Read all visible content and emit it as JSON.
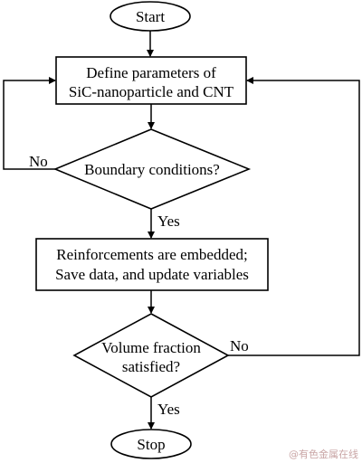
{
  "nodes": {
    "start": "Start",
    "define_line1": "Define parameters of",
    "define_line2": "SiC-nanoparticle and CNT",
    "boundary": "Boundary conditions?",
    "embed_line1": "Reinforcements are embedded;",
    "embed_line2": "Save data, and update variables",
    "volume_line1": "Volume fraction",
    "volume_line2": "satisfied?",
    "stop": "Stop"
  },
  "edges": {
    "boundary_no": "No",
    "boundary_yes": "Yes",
    "volume_no": "No",
    "volume_yes": "Yes"
  },
  "watermark": "@有色金属在线"
}
